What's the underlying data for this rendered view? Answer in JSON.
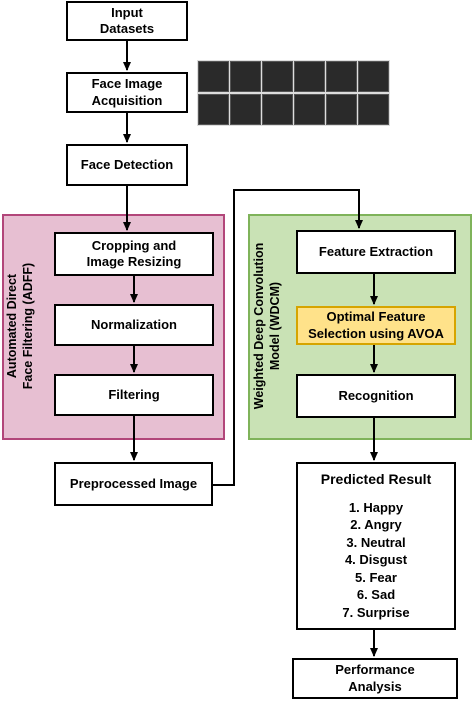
{
  "colors": {
    "adff_fill": "#e7bfd2",
    "adff_border": "#b2467a",
    "wdcm_fill": "#c9e2b5",
    "wdcm_border": "#7fb35a",
    "avoa_fill": "#ffe28a",
    "avoa_border": "#d6a400"
  },
  "nodes": {
    "input": "Input\nDatasets",
    "acquisition": "Face Image\nAcquisition",
    "detection": "Face Detection",
    "cropping": "Cropping and\nImage Resizing",
    "normalization": "Normalization",
    "filtering": "Filtering",
    "preprocessed": "Preprocessed Image",
    "feature_extraction": "Feature Extraction",
    "feature_selection": "Optimal Feature\nSelection using AVOA",
    "recognition": "Recognition",
    "performance": "Performance\nAnalysis"
  },
  "groups": {
    "adff_label": "Automated Direct\nFace Filtering (ADFF)",
    "wdcm_label": "Weighted Deep Convolution\nModel (WDCM)"
  },
  "result": {
    "title": "Predicted Result",
    "items": [
      "1. Happy",
      "2. Angry",
      "3. Neutral",
      "4. Disgust",
      "5. Fear",
      "6. Sad",
      "7. Surprise"
    ]
  }
}
